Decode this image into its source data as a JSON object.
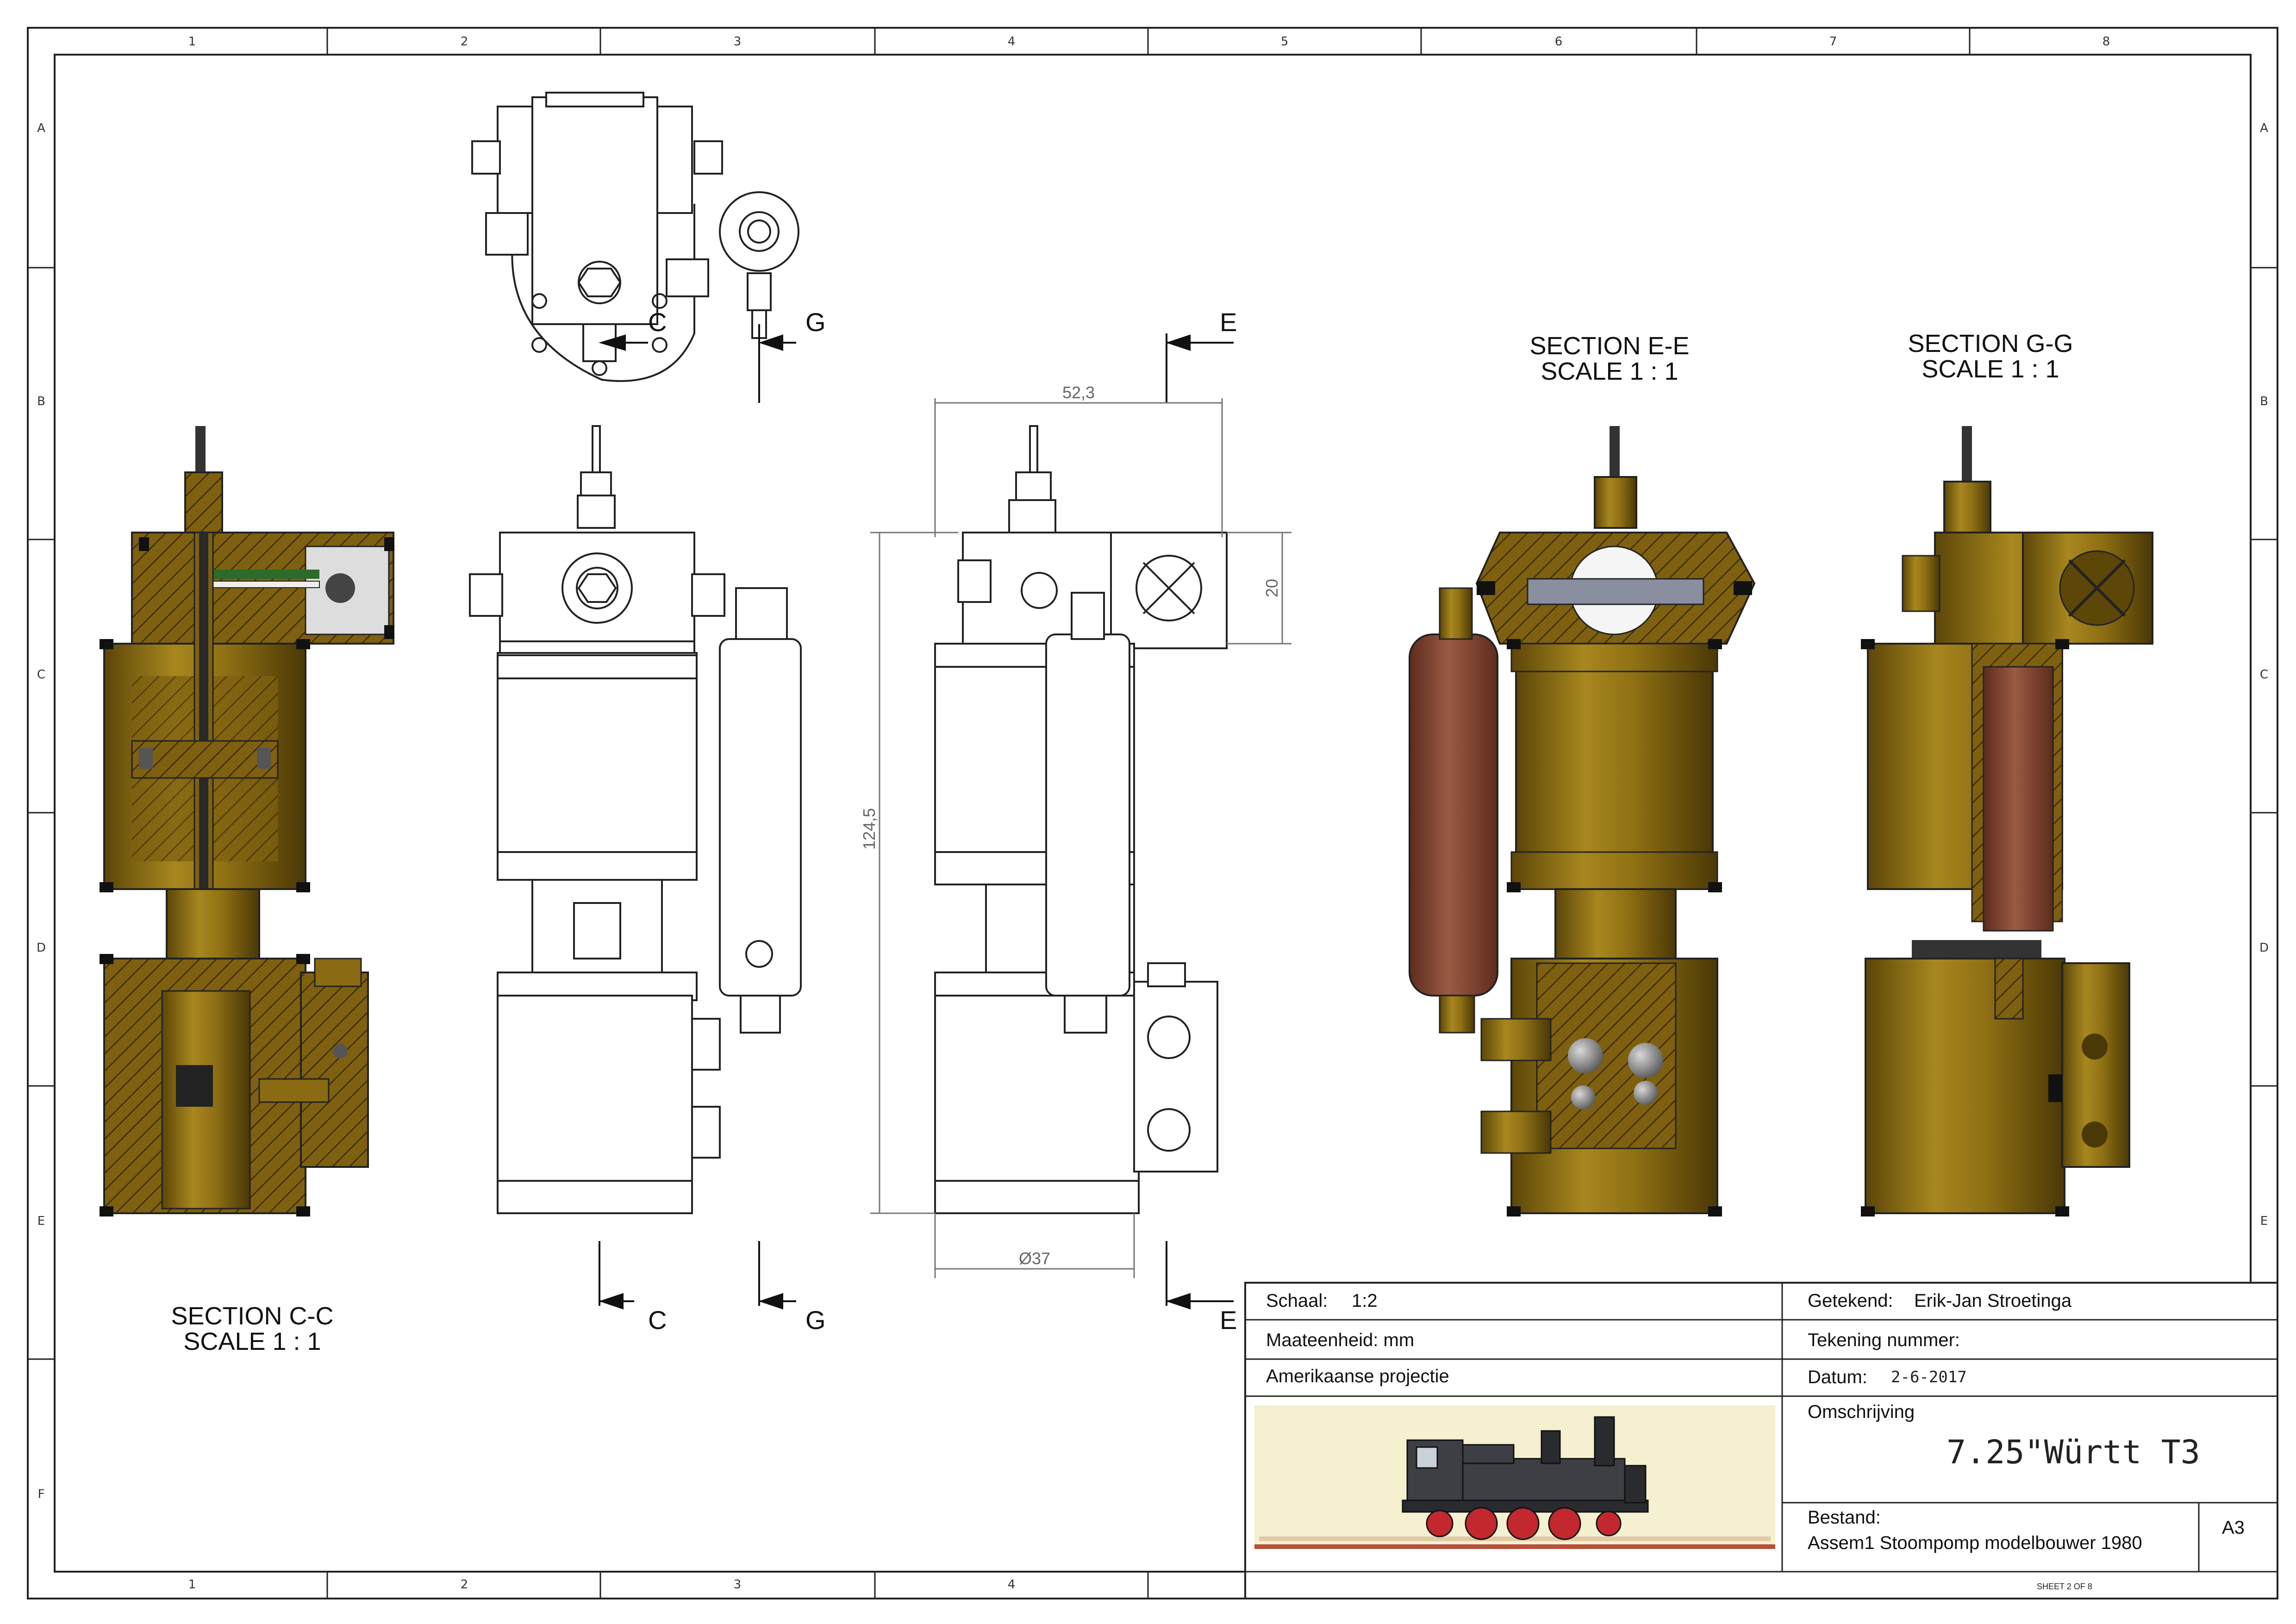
{
  "grid": {
    "columns": [
      "1",
      "2",
      "3",
      "4",
      "5",
      "6",
      "7",
      "8"
    ],
    "rows": [
      "A",
      "B",
      "C",
      "D",
      "E",
      "F"
    ]
  },
  "sections": {
    "cc": {
      "title": "SECTION C-C",
      "scale": "SCALE 1 : 1"
    },
    "ee": {
      "title": "SECTION E-E",
      "scale": "SCALE 1 : 1"
    },
    "gg": {
      "title": "SECTION G-G",
      "scale": "SCALE 1 : 1"
    }
  },
  "section_arrows": {
    "c": "C",
    "g": "G",
    "e": "E"
  },
  "dimensions": {
    "width": "52,3",
    "height_small": "20",
    "height_total": "124,5",
    "diameter": "Ø37"
  },
  "title_block": {
    "scale_label": "Schaal:",
    "scale_value": "1:2",
    "unit": "Maateenheid: mm",
    "projection": "Amerikaanse projectie",
    "drawn_by_label": "Getekend:",
    "drawn_by": "Erik-Jan Stroetinga",
    "drawing_number_label": "Tekening nummer:",
    "date_label": "Datum:",
    "date_value": "2-6-2017",
    "description_label": "Omschrijving",
    "description": "7.25\"Württ T3",
    "file_label": "Bestand:",
    "file_name": "Assem1 Stoompomp modelbouwer 1980",
    "paper_size": "A3",
    "sheet": "SHEET 2 OF 8"
  },
  "colors": {
    "brass": "#8a6a12",
    "brass_light": "#a88a2a",
    "brass_dark": "#4a3806",
    "copper": "#8c4a38",
    "bolt": "#1a1a1a",
    "image_bg": "#f4f0d0"
  }
}
